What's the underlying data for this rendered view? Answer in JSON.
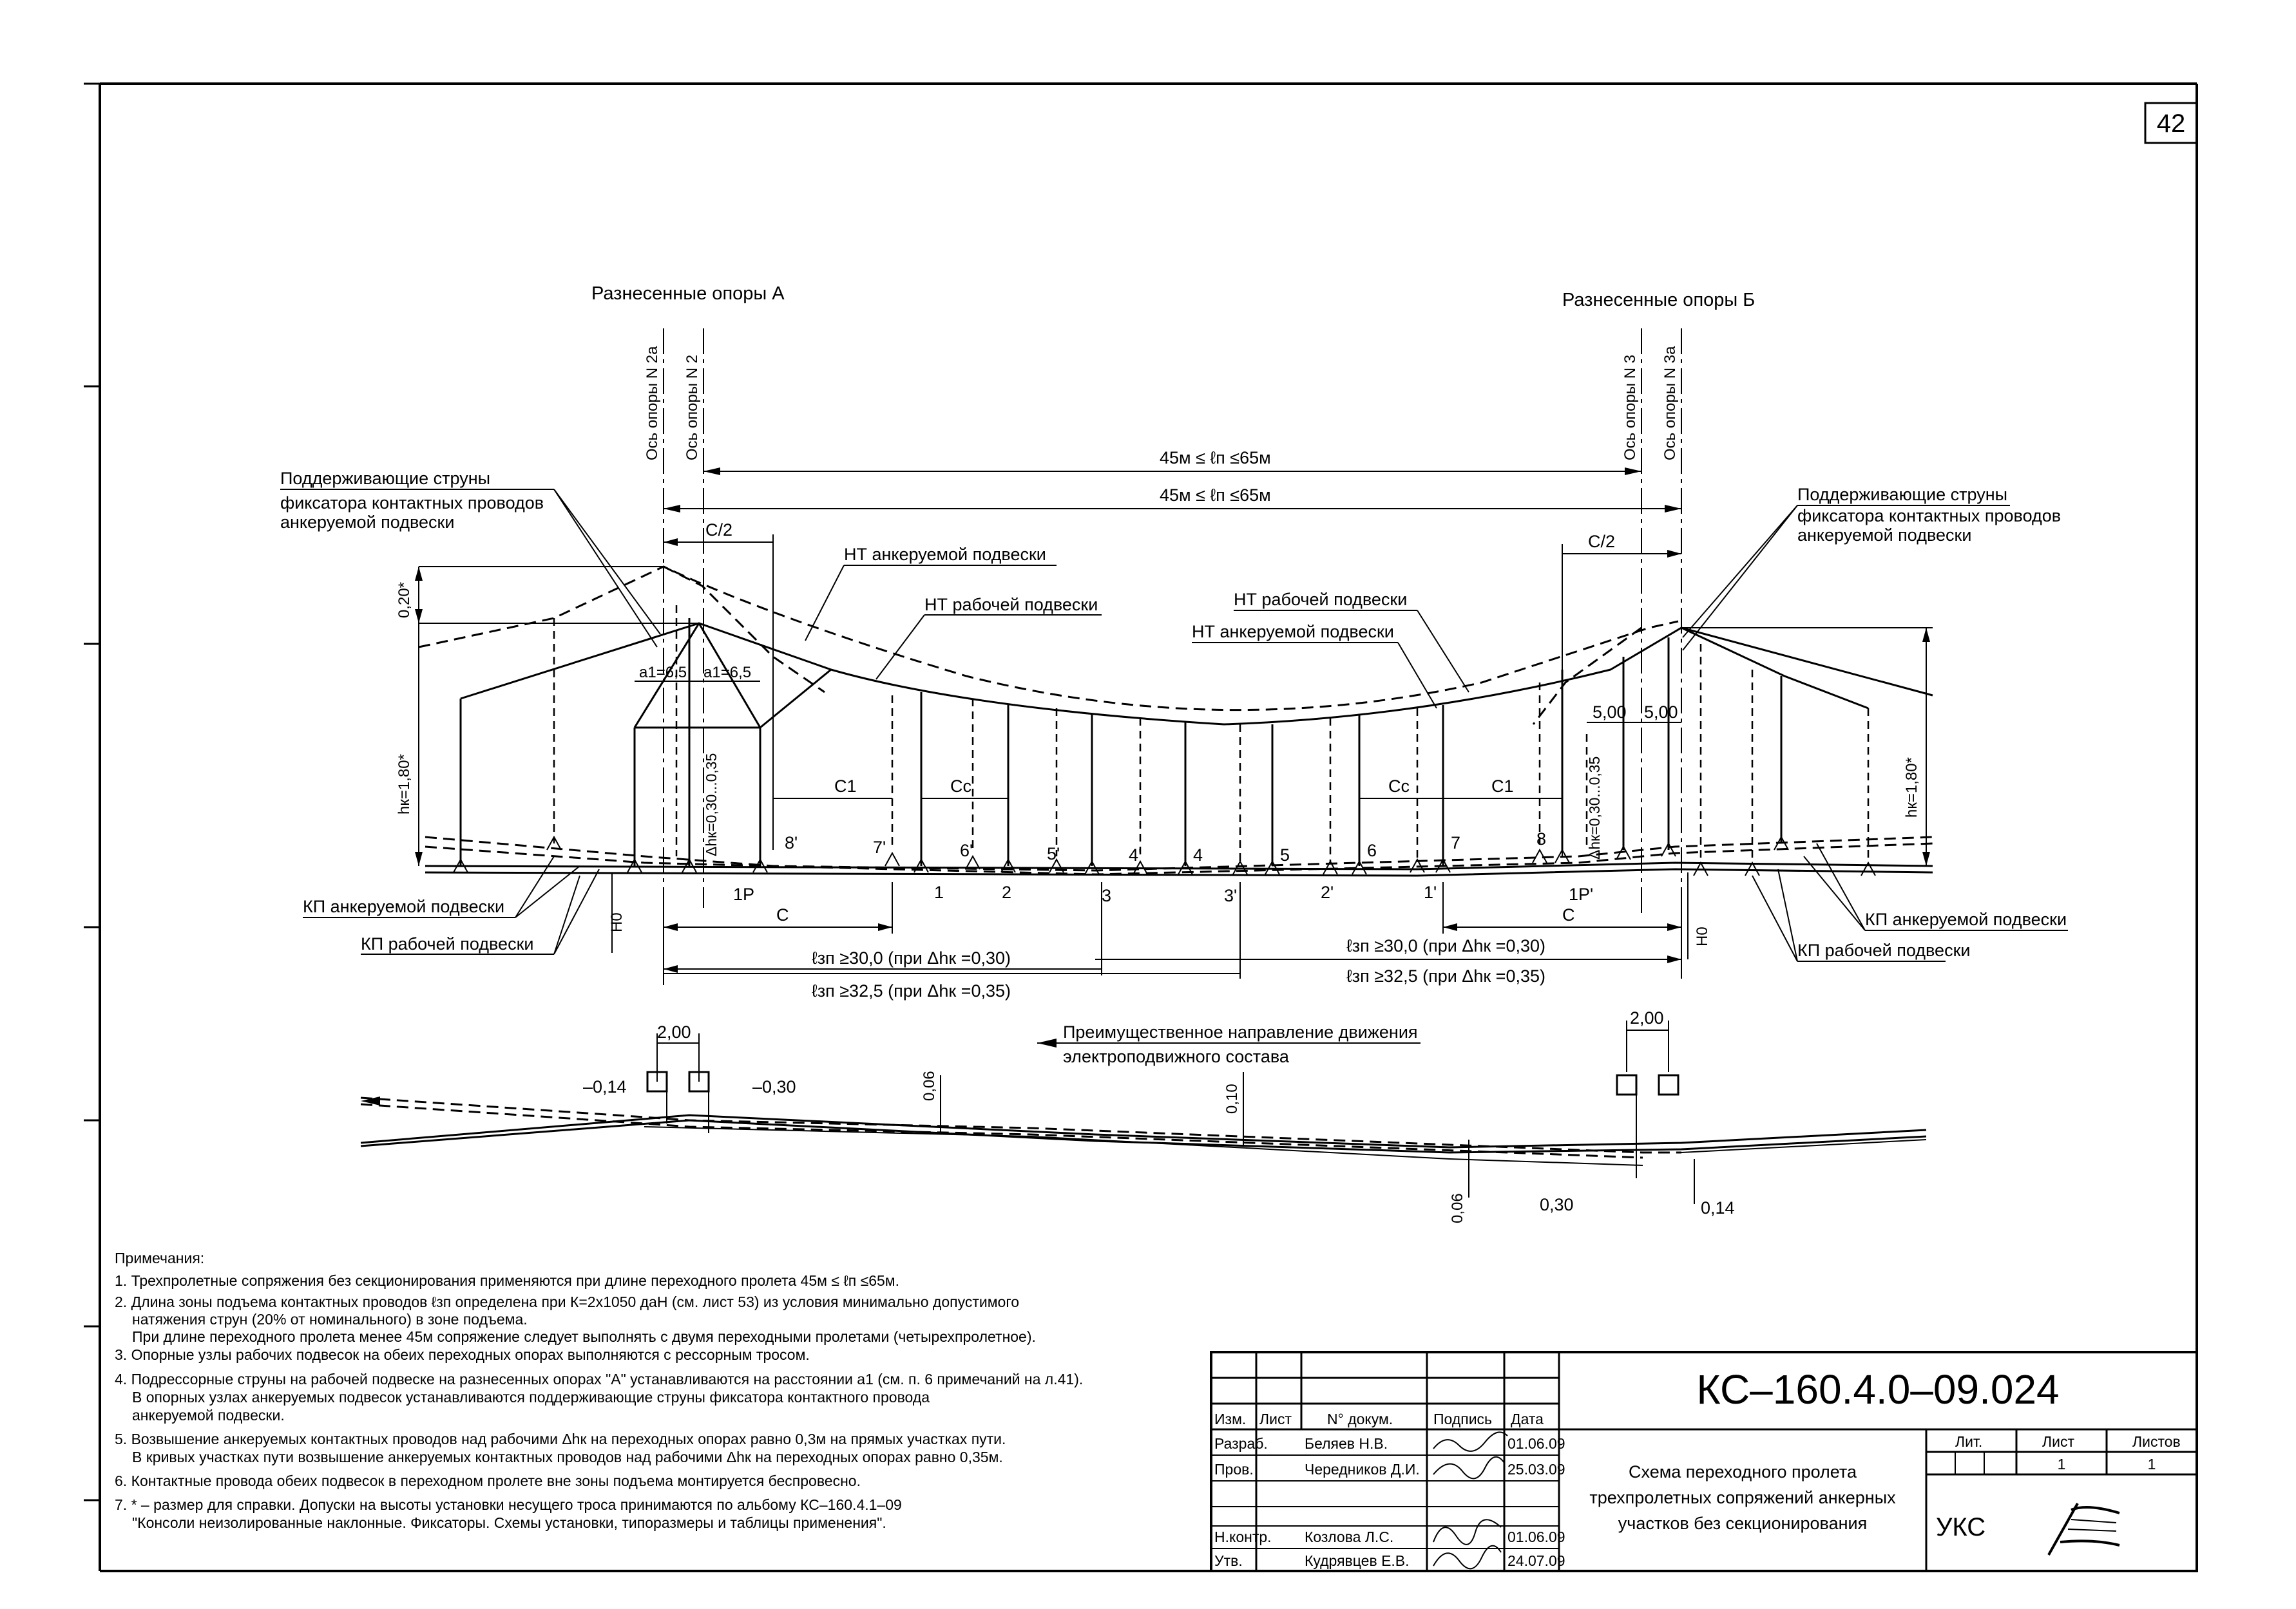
{
  "sheet_number": "42",
  "supports": {
    "group_a": "Разнесенные опоры А",
    "group_b": "Разнесенные опоры Б",
    "axis_2a": "Ось опоры N 2а",
    "axis_2": "Ось опоры N 2",
    "axis_3": "Ось опоры N 3",
    "axis_3a": "Ось опоры N 3а"
  },
  "span": {
    "range_top": "45м ≤ ℓп ≤65м",
    "range_bottom": "45м ≤ ℓп ≤65м"
  },
  "labels": {
    "support_strings_l1": "Поддерживающие струны",
    "support_strings_l2": "фиксатора контактных проводов",
    "support_strings_l3": "анкеруемой подвески",
    "nt_anchor": "НТ анкеруемой подвески",
    "nt_work": "НТ рабочей подвески",
    "kp_anchor": "КП анкеруемой подвески",
    "kp_work": "КП рабочей подвески",
    "direction_l1": "Преимущественное направление движения",
    "direction_l2": "электроподвижного состава"
  },
  "dims": {
    "c_half": "С/2",
    "a1_left": "а1=6,5",
    "a1_right": "а1=6,5",
    "h020": "0,20*",
    "hk_left": "hк=1,80*",
    "hk_right": "hк=1,80*",
    "dhk_left": "Δhк=0,30...0,35",
    "dhk_right": "Δhк=0,30...0,35",
    "c1": "С1",
    "cc": "Сс",
    "c": "С",
    "five_a": "5,00",
    "five_b": "5,00",
    "h0": "Н0",
    "lzp_30": "ℓзп ≥30,0  (при  Δhк =0,30)",
    "lzp_325": "ℓзп ≥32,5  (при  Δhк =0,35)",
    "plan_200": "2,00",
    "plan_m014": "–0,14",
    "plan_m030": "–0,30",
    "plan_006": "0,06",
    "plan_010": "0,10",
    "plan_030": "0,30",
    "plan_014": "0,14"
  },
  "points": {
    "p1p": "1Р",
    "p1pp": "1Р'",
    "p1": "1",
    "p2": "2",
    "p3": "3",
    "p3p": "3'",
    "p2p": "2'",
    "p1q": "1'",
    "p4": "4",
    "p4p": "4'",
    "p5": "5",
    "p5p": "5'",
    "p6": "6",
    "p6p": "6'",
    "p7": "7",
    "p7p": "7'",
    "p8": "8",
    "p8p": "8'"
  },
  "notes": {
    "title": "Примечания:",
    "n1": "1. Трехпролетные сопряжения без секционирования применяются при длине переходного пролета   45м ≤ ℓп ≤65м.",
    "n2a": "2. Длина зоны подъема контактных проводов ℓзп определена при К=2х1050 даН (см. лист 53) из условия минимально допустимого",
    "n2b": "натяжения струн (20% от номинального) в зоне подъема.",
    "n2c": "При длине переходного пролета менее 45м сопряжение следует выполнять с двумя переходными пролетами (четырехпролетное).",
    "n3": "3. Опорные узлы рабочих подвесок на обеих переходных опорах выполняются с рессорным тросом.",
    "n4a": "4. Подрессорные струны на рабочей подвеске на разнесенных опорах \"А\" устанавливаются на расстоянии а1 (см. п. 6 примечаний на л.41).",
    "n4b": "В опорных узлах анкеруемых подвесок устанавливаются поддерживающие струны фиксатора контактного провода",
    "n4c": "анкеруемой подвески.",
    "n5a": "5. Возвышение анкеруемых контактных проводов над рабочими Δhк на переходных опорах равно 0,3м на прямых участках пути.",
    "n5b": "В кривых участках пути возвышение анкеруемых контактных проводов над рабочими Δhк на переходных опорах равно 0,35м.",
    "n6": "6. Контактные провода обеих подвесок в переходном пролете вне зоны подъема монтируется беспровесно.",
    "n7a": "7. * – размер для справки. Допуски на высоты установки несущего троса принимаются по альбому КС–160.4.1–09",
    "n7b": "\"Консоли неизолированные наклонные. Фиксаторы. Схемы установки, типоразмеры и таблицы применения\"."
  },
  "stamp": {
    "code": "КС–160.4.0–09.024",
    "h_izm": "Изм.",
    "h_list": "Лист",
    "h_doc": "N° докум.",
    "h_sign": "Подпись",
    "h_date": "Дата",
    "r1_role": "Разраб.",
    "r1_name": "Беляев Н.В.",
    "r1_date": "01.06.09",
    "r2_role": "Пров.",
    "r2_name": "Чередников Д.И.",
    "r2_date": "25.03.09",
    "r3_role": "Н.контр.",
    "r3_name": "Козлова Л.С.",
    "r3_date": "01.06.09",
    "r4_role": "Утв.",
    "r4_name": "Кудрявцев Е.В.",
    "r4_date": "24.07.09",
    "desc_l1": "Схема переходного пролета",
    "desc_l2": "трехпролетных сопряжений анкерных",
    "desc_l3": "участков без секционирования",
    "lit": "Лит.",
    "sheet": "Лист",
    "sheets": "Листов",
    "sheet_val": "1",
    "sheets_val": "1",
    "org": "УКС"
  }
}
